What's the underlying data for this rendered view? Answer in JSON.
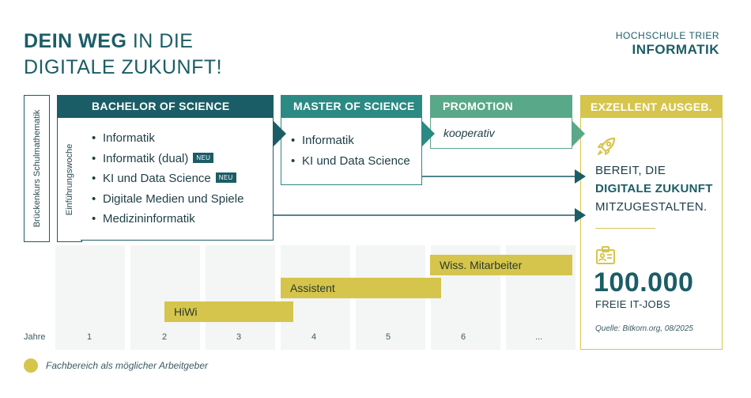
{
  "title": {
    "bold": "DEIN WEG",
    "rest1": " IN DIE",
    "line2": "DIGITALE ZUKUNFT!"
  },
  "brand": {
    "line1": "HOCHSCHULE TRIER",
    "line2": "INFORMATIK"
  },
  "side": {
    "brueckenkurs": "Brückenkurs Schulmathematik",
    "einfuehrung": "Einführungswoche"
  },
  "bachelor": {
    "header": "BACHELOR OF SCIENCE",
    "items": [
      "Informatik",
      "Informatik (dual)",
      "KI und Data Science",
      "Digitale Medien und Spiele",
      "Medizininformatik"
    ],
    "badge": "NEU"
  },
  "master": {
    "header": "MASTER OF SCIENCE",
    "items": [
      "Informatik",
      "KI und Data Science"
    ]
  },
  "promotion": {
    "header": "PROMOTION",
    "note": "kooperativ"
  },
  "exzellent": {
    "header": "EXZELLENT AUSGEB.",
    "line1": "BEREIT, DIE",
    "line2": "DIGITALE ZUKUNFT",
    "line3": "MITZUGESTALTEN.",
    "big_number": "100.000",
    "sub": "FREIE IT-JOBS",
    "source": "Quelle: Bitkom.org, 08/2025"
  },
  "bars": {
    "wiss": "Wiss. Mitarbeiter",
    "assistent": "Assistent",
    "hiwi": "HiWi"
  },
  "axis": {
    "label": "Jahre",
    "ticks": [
      "1",
      "2",
      "3",
      "4",
      "5",
      "6",
      "..."
    ]
  },
  "legend": {
    "text": "Fachbereich als möglicher Arbeitgeber"
  },
  "colors": {
    "teal_dark": "#1b5d66",
    "teal_mid": "#2b8a83",
    "teal_light": "#5aa88a",
    "gold": "#d6c54c"
  },
  "icons": {
    "rocket": "rocket-icon",
    "badge": "id-badge-icon"
  }
}
